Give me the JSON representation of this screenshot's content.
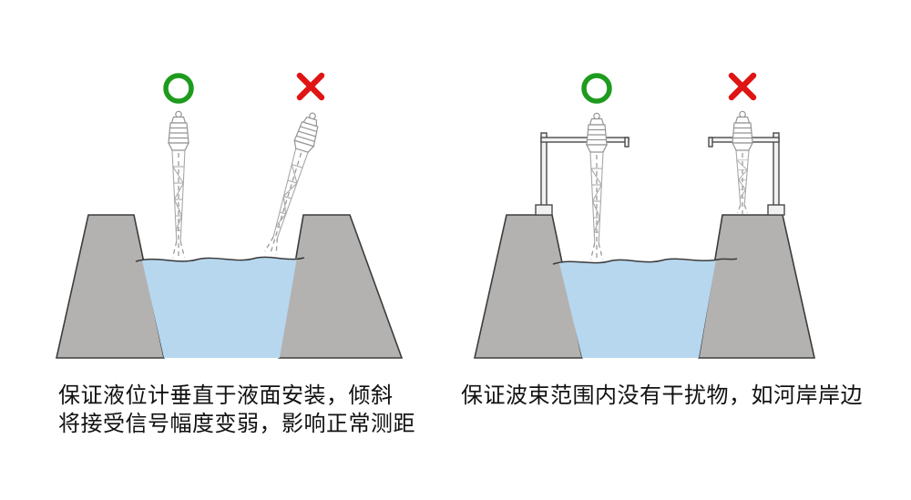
{
  "icons": {
    "correct_mark": "green-circle-outline",
    "wrong_mark": "red-x-mark"
  },
  "colors": {
    "correct_green": "#1d9b1d",
    "wrong_red": "#e01414",
    "water": "#b7d7ee",
    "bank": "#b3b2b1",
    "outline": "#3c3c3c",
    "sensor": "#949494",
    "background": "#ffffff",
    "text": "#111111"
  },
  "left_panel": {
    "caption_line1": "保证液位计垂直于液面安装，倾斜",
    "caption_line2": "将接受信号幅度变弱，影响正常测距"
  },
  "right_panel": {
    "caption": "保证波束范围内没有干扰物，如河岸岸边"
  }
}
